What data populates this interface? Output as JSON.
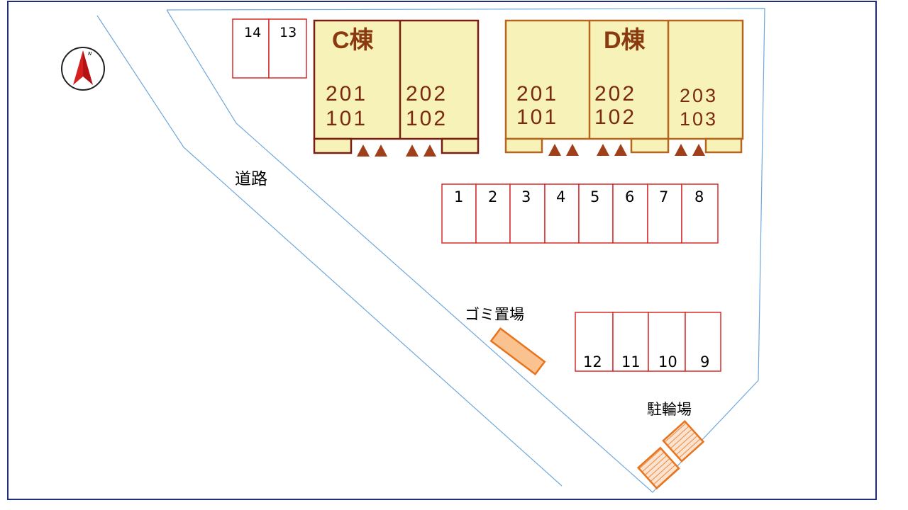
{
  "map": {
    "colors": {
      "border": "#1f2d7a",
      "road_line": "#6fa8dc",
      "parking": "#d62c2c",
      "building_c_stroke": "#7a1e14",
      "building_d_stroke": "#b5651d",
      "building_fill": "#f7f3b8",
      "unit_text": "#7a2a10",
      "building_label": "#8b3a0f",
      "facility": "#e8741e",
      "facility_fill": "#f9c28f",
      "arrow": "#a0401a"
    },
    "road_label": "道路",
    "compass_icon": "north-arrow-compass-icon",
    "compass_letter": "N",
    "buildings": [
      {
        "name": "C棟",
        "units": [
          {
            "upper": "201",
            "lower": "101"
          },
          {
            "upper": "202",
            "lower": "102"
          }
        ]
      },
      {
        "name": "D棟",
        "units": [
          {
            "upper": "201",
            "lower": "101"
          },
          {
            "upper": "202",
            "lower": "102"
          },
          {
            "upper": "203",
            "lower": "103"
          }
        ]
      }
    ],
    "parking_top_left": [
      "14",
      "13"
    ],
    "parking_row_1": [
      "1",
      "2",
      "3",
      "4",
      "5",
      "6",
      "7",
      "8"
    ],
    "parking_row_2": [
      "12",
      "11",
      "10",
      "9"
    ],
    "garbage_label": "ゴミ置場",
    "bicycle_label": "駐輪場"
  }
}
